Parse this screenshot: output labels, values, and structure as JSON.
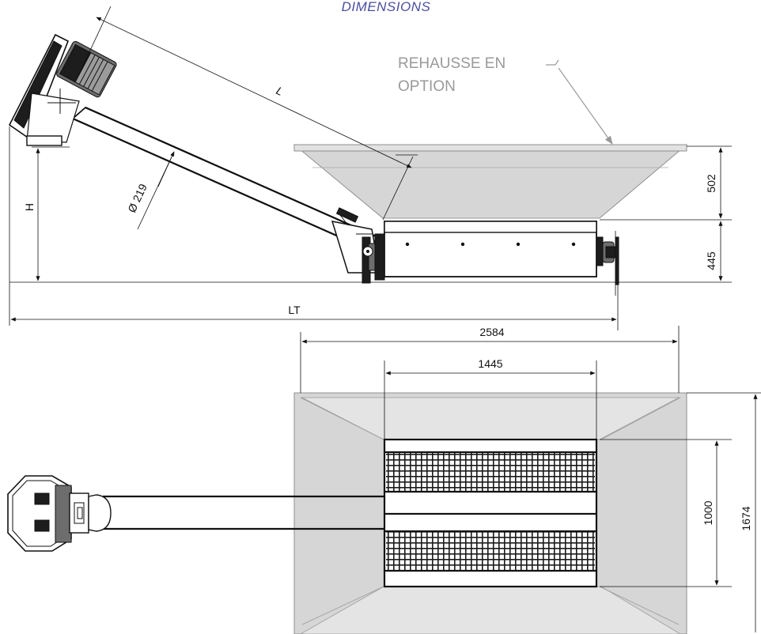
{
  "title": "DIMENSIONS",
  "note": {
    "line1": "REHAUSSE EN",
    "line2": "OPTION"
  },
  "dimensions": {
    "length_label": "L",
    "height_label": "H",
    "total_length_label": "LT",
    "diameter": "Ø 219",
    "extension_height": "502",
    "body_height": "445",
    "overall_width": "2584",
    "body_width": "1445",
    "inner_depth": "1000",
    "overall_depth": "1674"
  },
  "colors": {
    "title": "#4a4f9e",
    "note": "#9a9a9a",
    "hopper": "#d6d6d6",
    "line": "#111111"
  }
}
